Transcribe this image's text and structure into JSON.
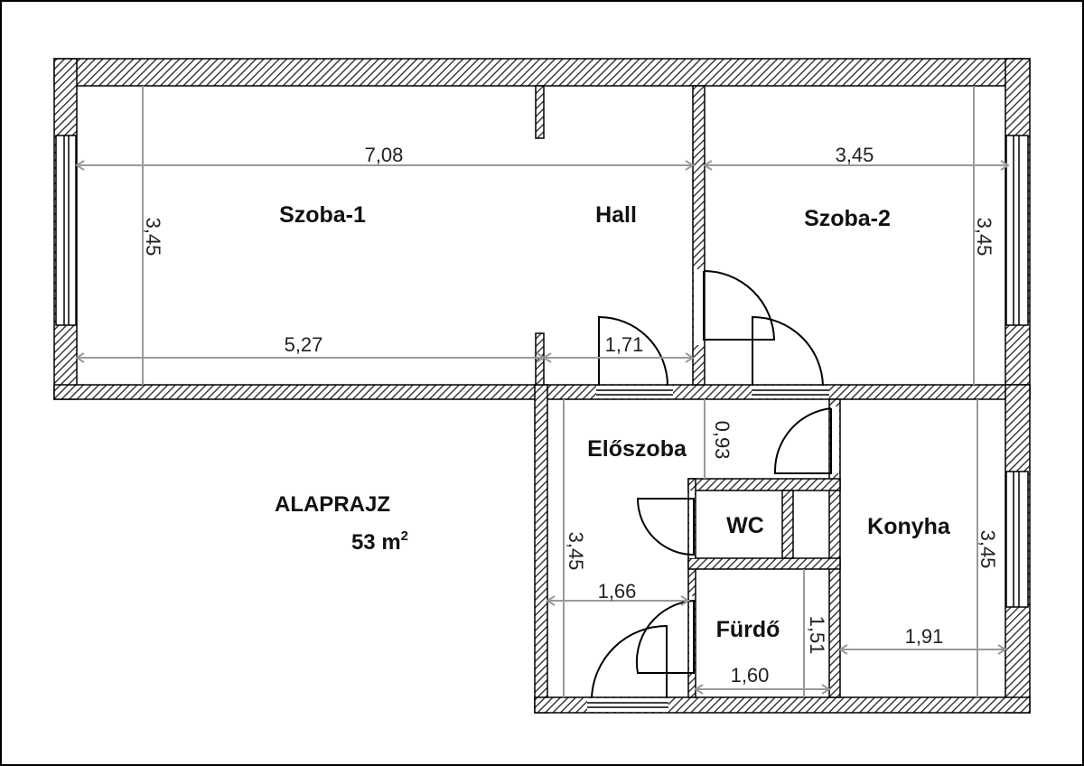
{
  "rooms": {
    "szoba1": "Szoba-1",
    "hall": "Hall",
    "szoba2": "Szoba-2",
    "eloszoba": "Előszoba",
    "wc": "WC",
    "konyha": "Konyha",
    "furdo": "Fürdő"
  },
  "dimensions": {
    "top_left_width": "7,08",
    "top_right_width": "3,45",
    "szoba1_height": "3,45",
    "szoba2_height": "3,45",
    "szoba1_bottom_width": "5,27",
    "hall_width": "1,71",
    "eloszoba_gap": "0,93",
    "eloszoba_height": "3,45",
    "eloszoba_width": "1,66",
    "furdo_height": "1,51",
    "furdo_width": "1,60",
    "konyha_width": "1,91",
    "konyha_height": "3,45"
  },
  "title": {
    "line1": "ALAPRAJZ",
    "area_value": "53 m",
    "area_unit_sup": "2"
  }
}
